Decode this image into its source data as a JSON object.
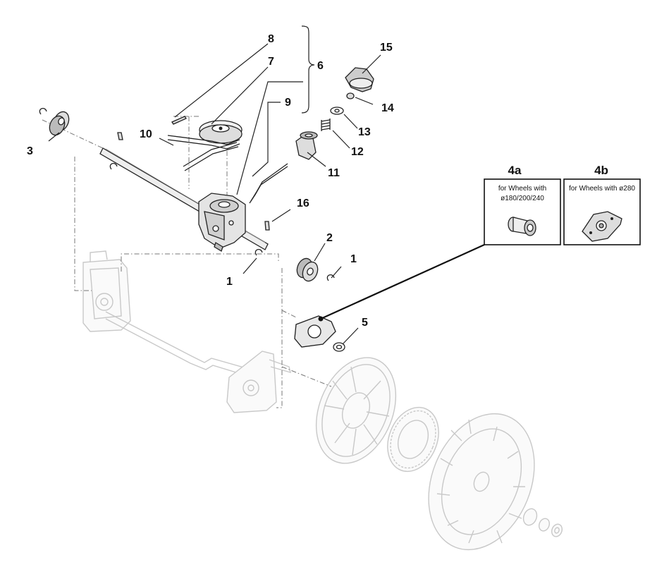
{
  "callouts": {
    "c1a": "1",
    "c1b": "1",
    "c2": "2",
    "c3": "3",
    "c5": "5",
    "c6": "6",
    "c7": "7",
    "c8": "8",
    "c9": "9",
    "c10": "10",
    "c11": "11",
    "c12": "12",
    "c13": "13",
    "c14": "14",
    "c15": "15",
    "c16": "16"
  },
  "variants": {
    "a": {
      "label": "4a",
      "line1": "for Wheels with",
      "line2": "ø180/200/240"
    },
    "b": {
      "label": "4b",
      "line1": "for Wheels with ø280"
    }
  },
  "colors": {
    "ink": "#222222",
    "ghost": "#c8c8c8",
    "frame": "#111111"
  }
}
